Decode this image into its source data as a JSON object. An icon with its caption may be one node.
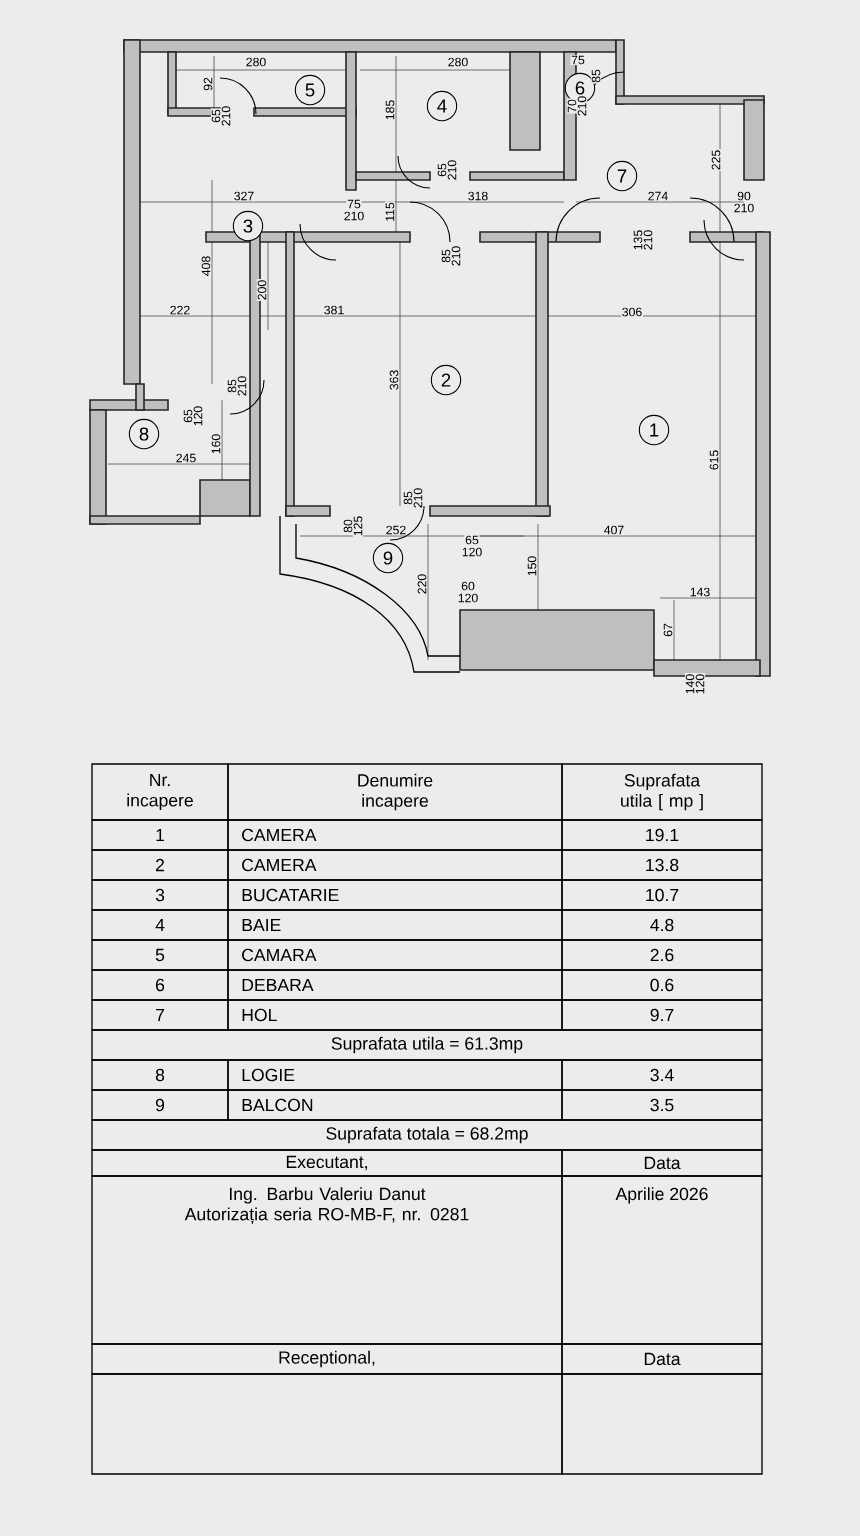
{
  "diagram": {
    "nodes": [
      {
        "text": [
          "1"
        ]
      },
      {
        "text": [
          "2"
        ]
      },
      {
        "text": [
          "3"
        ]
      },
      {
        "text": [
          "4"
        ]
      },
      {
        "text": [
          "5"
        ]
      },
      {
        "text": [
          "6"
        ]
      },
      {
        "text": [
          "7"
        ]
      },
      {
        "text": [
          "8"
        ]
      },
      {
        "text": [
          "9"
        ]
      }
    ],
    "labels": [
      "280",
      "92",
      "65",
      "210",
      "280",
      "185",
      "75",
      "85",
      "70",
      "210",
      "65",
      "210",
      "327",
      "75",
      "210",
      "115",
      "318",
      "274",
      "90",
      "210",
      "225",
      "408",
      "85",
      "210",
      "135",
      "210",
      "200",
      "222",
      "381",
      "306",
      "363",
      "615",
      "85",
      "210",
      "65",
      "120",
      "160",
      "245",
      "85",
      "210",
      "80",
      "125",
      "252",
      "407",
      "65",
      "120",
      "150",
      "220",
      "60",
      "120",
      "143",
      "67",
      "140",
      "120",
      "Nr. incapere",
      "Denumire incapere",
      "Suprafata utila [ mp ]",
      "1",
      "CAMERA",
      "19.1",
      "2",
      "CAMERA",
      "13.8",
      "3",
      "BUCATARIE",
      "10.7",
      "4",
      "BAIE",
      "4.8",
      "5",
      "CAMARA",
      "2.6",
      "6",
      "DEBARA",
      "0.6",
      "7",
      "HOL",
      "9.7",
      "Suprafata utila = 61.3mp",
      "8",
      "LOGIE",
      "3.4",
      "9",
      "BALCON",
      "3.5",
      "Suprafata totala = 68.2mp",
      "Executant,",
      "Data",
      "Ing. Barbu Valeriu Danut Autorizația seria RO-MB-F, nr. 0281",
      "Aprilie 2026",
      "Receptional,",
      "Data"
    ]
  }
}
